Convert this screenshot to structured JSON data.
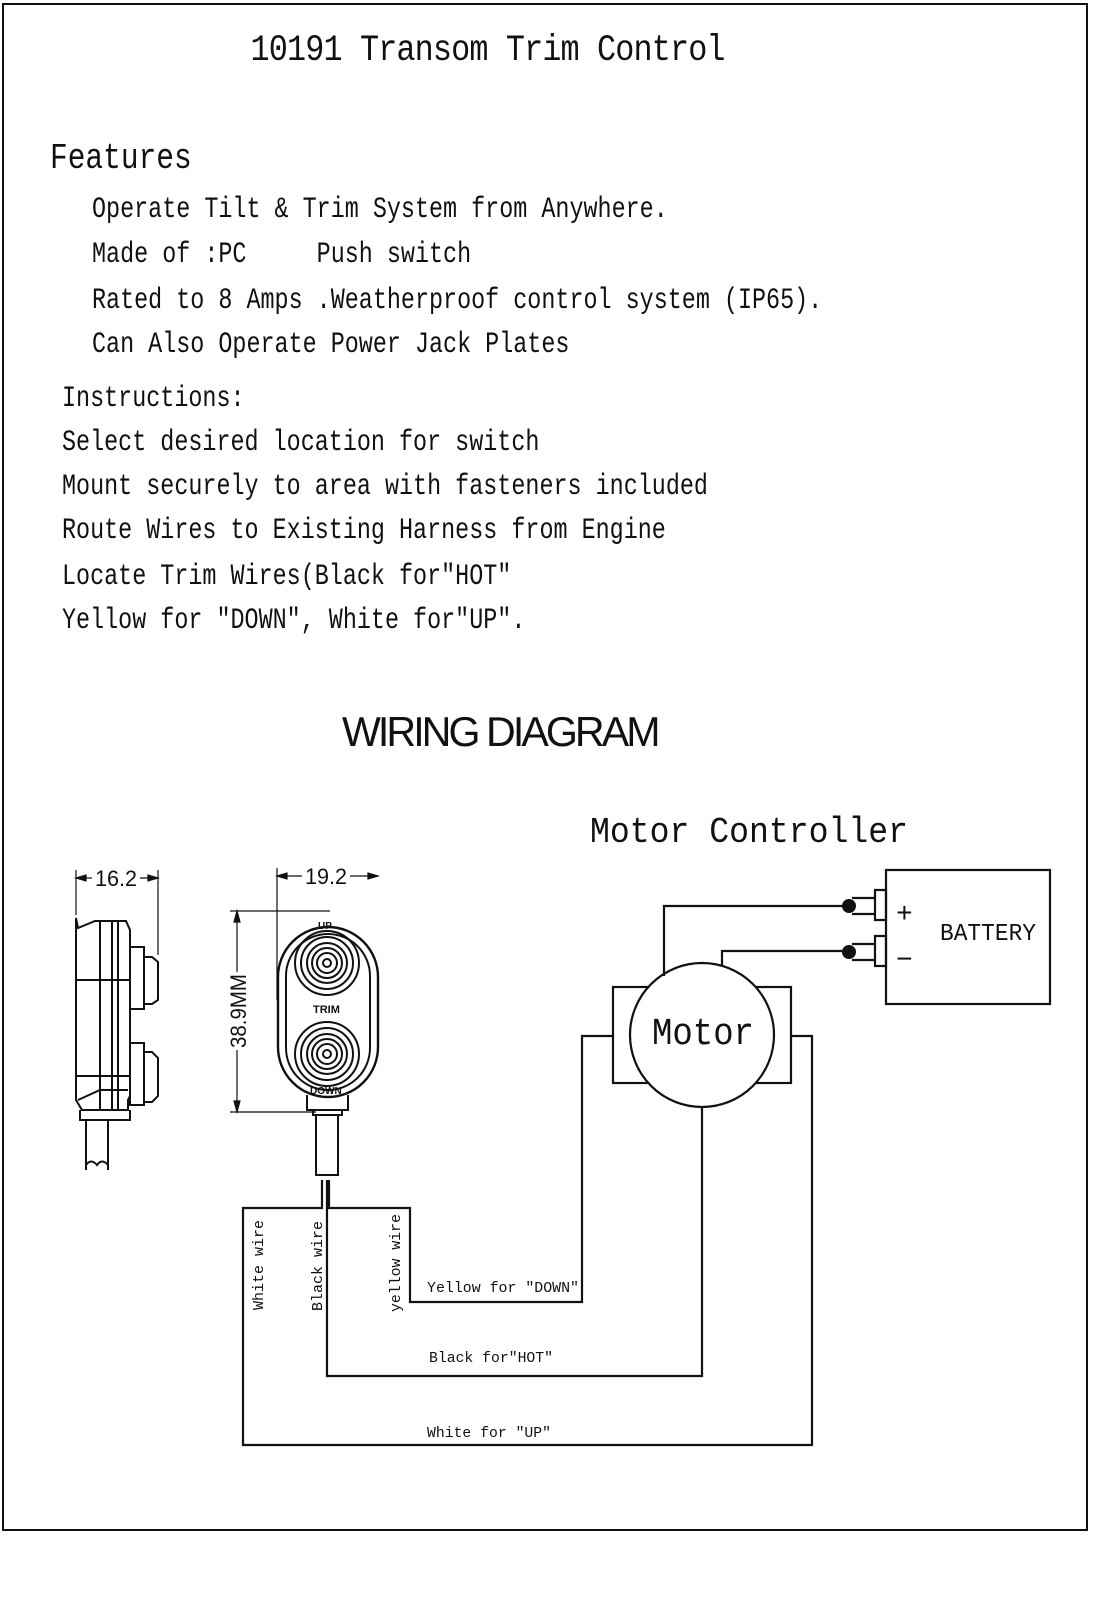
{
  "document": {
    "title": "10191 Transom Trim Control",
    "features": {
      "heading": "Features",
      "items": [
        "Operate Tilt & Trim System from Anywhere.",
        "Made of :PC     Push switch",
        "Rated to 8 Amps .Weatherproof control system (IP65).",
        "Can Also Operate Power Jack Plates"
      ]
    },
    "instructions": {
      "heading": "Instructions:",
      "items": [
        "Select desired location for switch",
        "Mount securely to area with fasteners included",
        "Route Wires to Existing Harness from Engine",
        "Locate Trim Wires(Black for\"HOT\"",
        "Yellow for \"DOWN\", White for\"UP\"."
      ]
    }
  },
  "diagram": {
    "title": "WIRING DIAGRAM",
    "motor_controller_label": "Motor Controller",
    "motor_label": "Motor",
    "battery": {
      "label": "BATTERY",
      "positive": "+",
      "negative": "−"
    },
    "switch": {
      "side_width": "16.2",
      "front_width": "19.2",
      "height": "38.9MM",
      "up_label": "UP",
      "trim_label": "TRIM",
      "down_label": "DOWN"
    },
    "wires": {
      "white_wire": "White wire",
      "black_wire": "Black wire",
      "yellow_wire": "yellow wire",
      "yellow_down": "Yellow for \"DOWN\"",
      "black_hot": "Black for\"HOT\"",
      "white_up": "White for \"UP\""
    }
  }
}
